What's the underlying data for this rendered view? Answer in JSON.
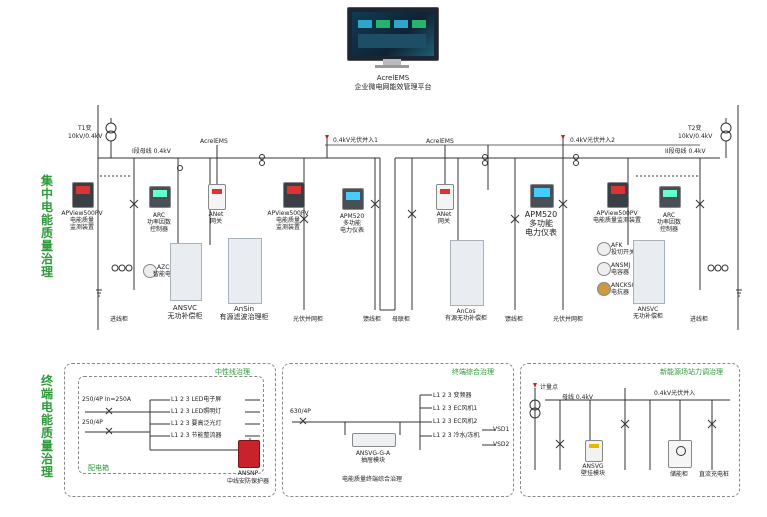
{
  "platform": {
    "name": "AcrelEMS",
    "subtitle": "企业微电网能效管理平台"
  },
  "transformers": {
    "t1": {
      "name": "T1变",
      "rating": "10kV/0.4kV"
    },
    "t2": {
      "name": "T2变",
      "rating": "10kV/0.4kV"
    }
  },
  "buses": {
    "bus1": "I段母线 0.4kV",
    "bus2": "II段母线 0.4kV",
    "pv1": "0.4kV光伏并入1",
    "pv2": "0.4kV光伏并入2"
  },
  "gateways": {
    "left": "AcrelEMS",
    "right": "AcrelEMS"
  },
  "section_titles": {
    "top": "集中电能质量治理",
    "bottom": "终端电能质量治理"
  },
  "devices_top": {
    "apview_left": {
      "name": "APView500PV",
      "desc1": "电能质量",
      "desc2": "监测装置"
    },
    "arc_left": {
      "name": "ARC",
      "desc1": "功率因数",
      "desc2": "控制器"
    },
    "anet_left": {
      "name": "ANet",
      "desc": "网关"
    },
    "apview_mid": {
      "name": "APView500PV",
      "desc1": "电能质量",
      "desc2": "监测装置"
    },
    "apm_left": {
      "name": "APM520",
      "desc1": "多功能",
      "desc2": "电力仪表"
    },
    "anet_right": {
      "name": "ANet",
      "desc": "网关"
    },
    "apm_right": {
      "name": "APM520",
      "desc1": "多功能",
      "desc2": "电力仪表"
    },
    "apview_right": {
      "name": "APView500PV",
      "desc": "电能质量监测装置"
    },
    "arc_right": {
      "name": "ARC",
      "desc1": "功率因数",
      "desc2": "控制器"
    },
    "azcl": {
      "name": "AZCL",
      "desc": "智能电容"
    },
    "afk": {
      "name": "AFK",
      "desc": "投切开关"
    },
    "ansmj": {
      "name": "ANSMJ",
      "desc": "电容器"
    },
    "anckgs": {
      "name": "ANCKSG",
      "desc": "电抗器"
    },
    "ansvc_left": {
      "name": "ANSVC",
      "desc": "无功补偿柜"
    },
    "ansin": {
      "name": "AnSin",
      "desc": "有源滤波治理柜"
    },
    "ancos": {
      "name": "AnCos",
      "desc": "有源无功补偿柜"
    },
    "ansvc_right": {
      "name": "ANSVC",
      "desc": "无功补偿柜"
    }
  },
  "cabinet_labels": {
    "in_left": "进线柜",
    "pv_left": "光伏并网柜",
    "feeder_left": "馈线柜",
    "tie": "母联柜",
    "feeder_right": "馈线柜",
    "pv_right": "光伏并网柜",
    "in_right": "进线柜"
  },
  "panel1": {
    "title": "中性线治理",
    "in1": "250/4P  In=250A",
    "in2": "250/4P",
    "loads": [
      "L1 2 3 LED电子屏",
      "L1 2 3 LED照明灯",
      "L1 2 3 要高泛光灯",
      "L1 2 3 节能整流器"
    ],
    "box_label": "配电箱",
    "device": {
      "name": "ANSNP",
      "desc": "中线安防保护器"
    }
  },
  "panel2": {
    "title": "终端综合治理",
    "breaker": "630/4P",
    "loads": [
      "L1 2 3 变频器",
      "L1 2 3 EC风机1",
      "L1 2 3 EC风机2",
      "L1 2 3 冷水/冻机"
    ],
    "vsd": [
      "VSD1",
      "VSD2"
    ],
    "device": {
      "name": "ANSVG-G-A",
      "desc": "抽屉模块"
    },
    "caption": "电能质量终端综合治理"
  },
  "panel3": {
    "title": "新能源场站力调治理",
    "meter": "计量点",
    "bus": "母线 0.4kV",
    "pv": "0.4kV光伏并入",
    "device": {
      "name": "ANSVG",
      "desc": "壁挂模块"
    },
    "storage": "储能柜",
    "charger": "直流充电桩"
  },
  "colors": {
    "green": "#2d9a3a",
    "line": "#333333",
    "red": "#c8232c"
  }
}
